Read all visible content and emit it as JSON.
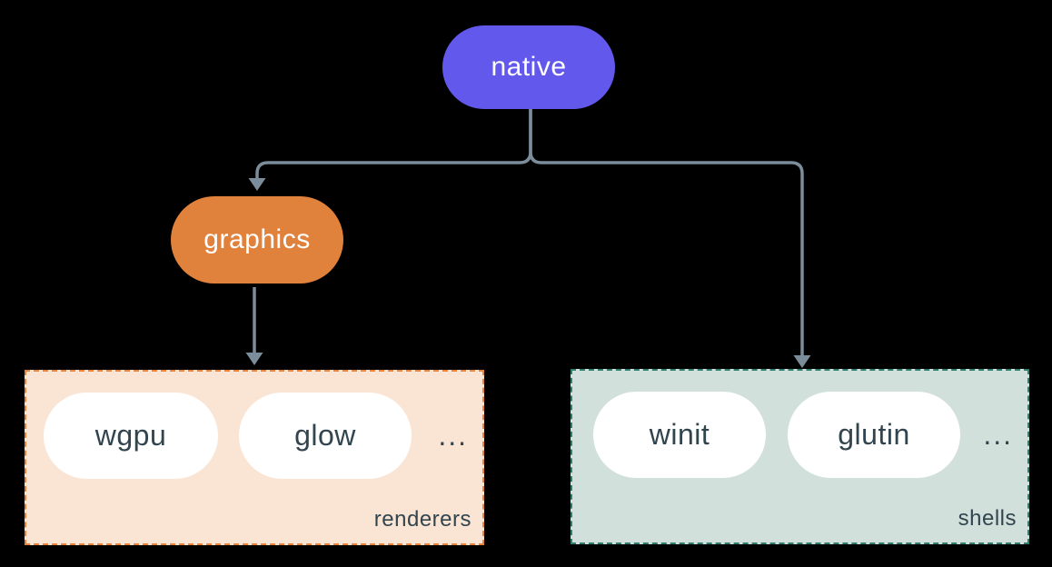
{
  "diagram": {
    "root": {
      "label": "native"
    },
    "graphics": {
      "label": "graphics"
    },
    "renderers_group": {
      "label": "renderers",
      "items": [
        "wgpu",
        "glow"
      ],
      "ellipsis": "..."
    },
    "shells_group": {
      "label": "shells",
      "items": [
        "winit",
        "glutin"
      ],
      "ellipsis": "..."
    }
  },
  "colors": {
    "background": "#000000",
    "native_fill": "#6358ec",
    "graphics_fill": "#e0813c",
    "renderers_fill": "#fae5d5",
    "renderers_border": "#e8823d",
    "shells_fill": "#d1e0da",
    "shells_border": "#2f7d6e",
    "pill_fill": "#ffffff",
    "node_text": "#ffffff",
    "dark_text": "#32454f",
    "connector": "#7b8c9a"
  }
}
